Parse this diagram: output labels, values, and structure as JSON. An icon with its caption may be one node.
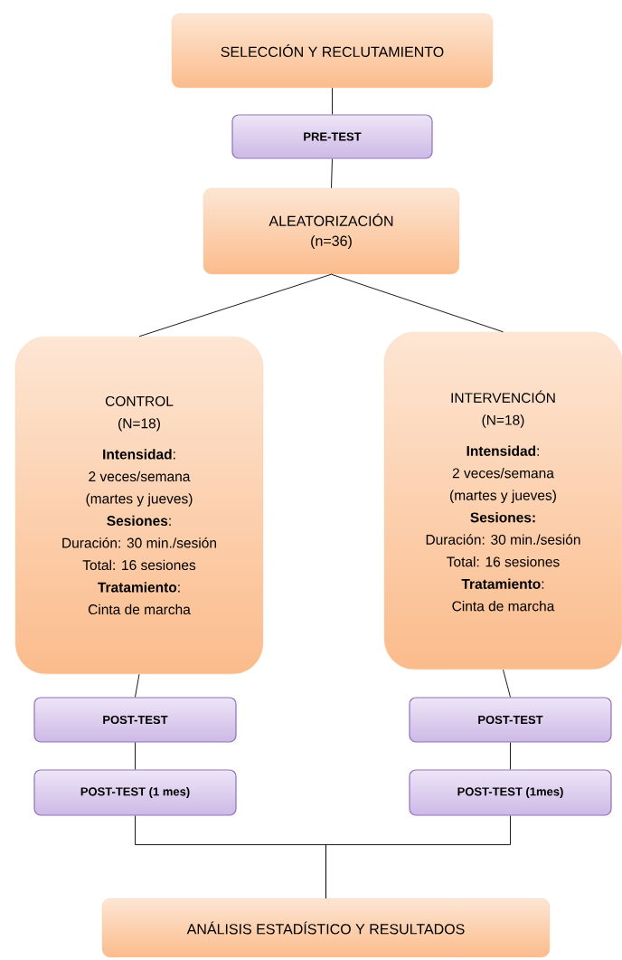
{
  "diagram": {
    "nodes": [
      {
        "text": [
          "SELECCIÓN Y RECLUTAMIENTO"
        ]
      },
      {
        "text": [
          "PRE-TEST"
        ]
      },
      {
        "text": [
          "ALEATORIZACIÓN",
          "(n=36)"
        ]
      },
      {
        "text": [
          "CONTROL",
          "(N=18)",
          "**Intensidad**:",
          "2 veces/semana",
          "(martes y jueves)",
          "**Sesiones**:",
          "Duración: 30 min./sesión",
          "Total: 16 sesiones",
          "**Tratamiento**:",
          "Cinta de marcha"
        ]
      },
      {
        "text": [
          "INTERVENCIÓN",
          "(N=18)",
          "**Intensidad**:",
          "2 veces/semana",
          "(martes y jueves)",
          "**Sesiones:**",
          "Duración: 30 min./sesión",
          "Total: 16 sesiones",
          "**Tratamiento**:",
          "Cinta de marcha"
        ]
      },
      {
        "text": [
          "POST-TEST"
        ]
      },
      {
        "text": [
          "POST-TEST (1 mes)"
        ]
      },
      {
        "text": [
          "POST-TEST"
        ]
      },
      {
        "text": [
          "POST-TEST (1mes)"
        ]
      },
      {
        "text": [
          "ANÁLISIS ESTADÍSTICO Y RESULTADOS"
        ]
      }
    ],
    "edges": [
      {
        "from": 0,
        "to": 1,
        "arrow": "none"
      },
      {
        "from": 1,
        "to": 2,
        "arrow": "none"
      },
      {
        "from": 2,
        "to": 3,
        "arrow": "none"
      },
      {
        "from": 2,
        "to": 4,
        "arrow": "none"
      },
      {
        "from": 3,
        "to": 5,
        "arrow": "none"
      },
      {
        "from": 5,
        "to": 6,
        "arrow": "none"
      },
      {
        "from": 4,
        "to": 7,
        "arrow": "none"
      },
      {
        "from": 7,
        "to": 8,
        "arrow": "none"
      },
      {
        "from": 6,
        "to": 9,
        "arrow": "none"
      },
      {
        "from": 8,
        "to": 9,
        "arrow": "none"
      }
    ]
  }
}
